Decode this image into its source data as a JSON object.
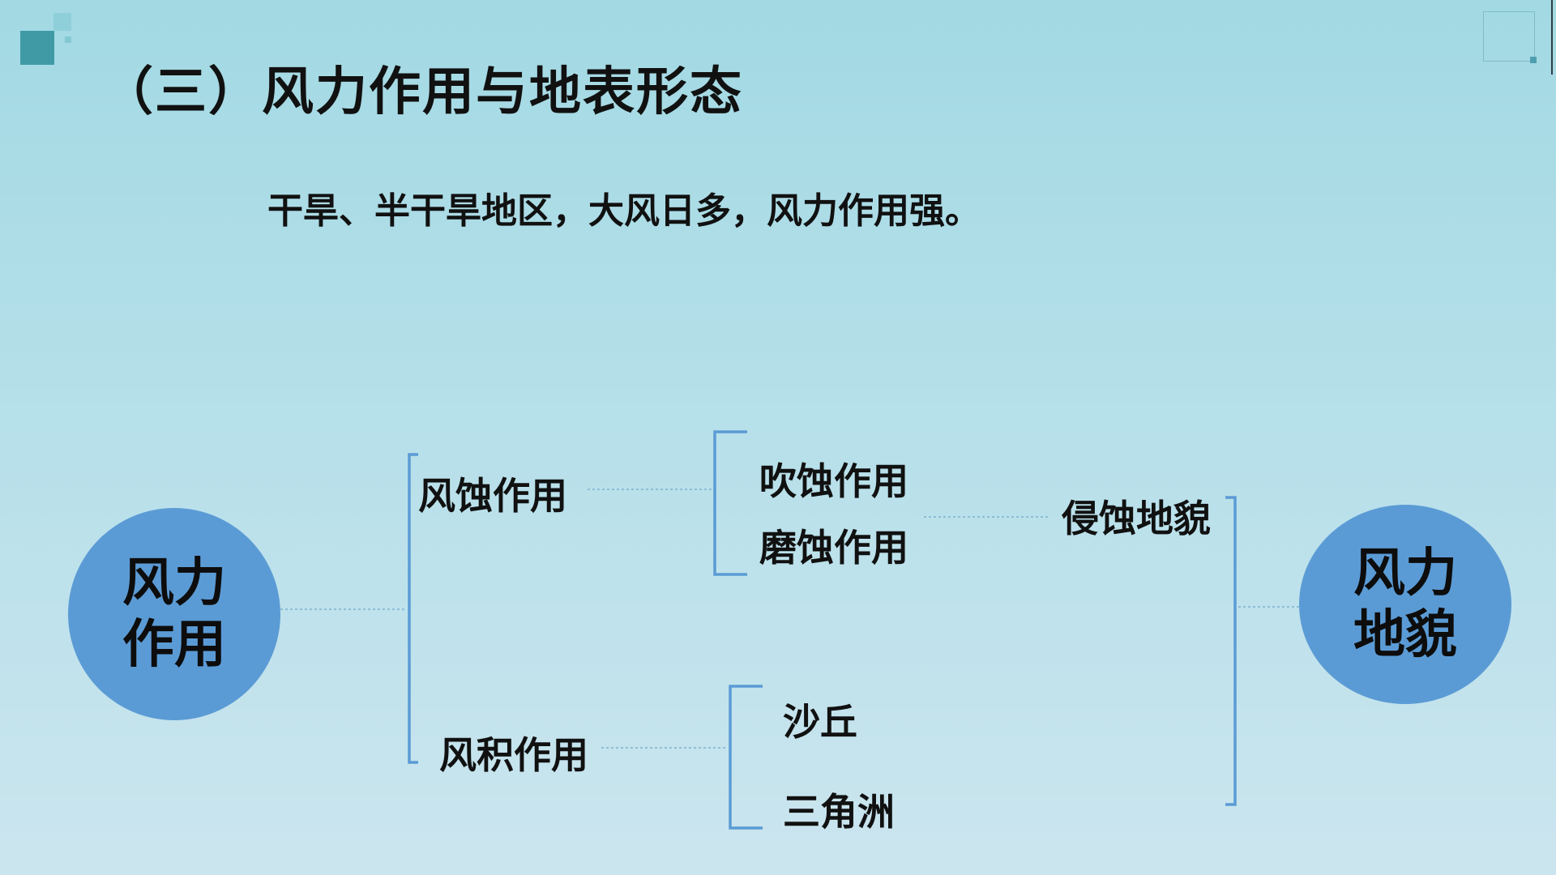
{
  "slide": {
    "title": "（三）风力作用与地表形态",
    "subtitle": "干旱、半干旱地区，大风日多，风力作用强。"
  },
  "diagram": {
    "left_node": {
      "line1": "风力",
      "line2": "作用"
    },
    "branches": {
      "erosion": "风蚀作用",
      "deposition": "风积作用"
    },
    "erosion_types": [
      "吹蚀作用",
      "磨蚀作用"
    ],
    "deposition_types": [
      "沙丘",
      "三角洲"
    ],
    "erosion_landform": "侵蚀地貌",
    "right_node": {
      "line1": "风力",
      "line2": "地貌"
    }
  },
  "colors": {
    "circle_fill": "#5b9bd5",
    "bracket": "#5b9bd5",
    "background_top": "#a2d9e3",
    "background_bottom": "#cbe5ee"
  }
}
